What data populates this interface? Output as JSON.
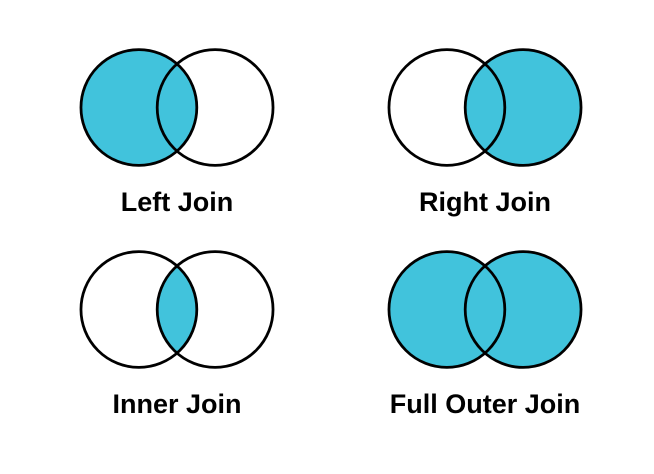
{
  "colors": {
    "fill": "#41C3DC",
    "stroke": "#000000",
    "background": "#FFFFFF"
  },
  "diagrams": [
    {
      "label": "Left Join",
      "filled": "left"
    },
    {
      "label": "Right Join",
      "filled": "right"
    },
    {
      "label": "Inner Join",
      "filled": "intersection"
    },
    {
      "label": "Full Outer Join",
      "filled": "both"
    }
  ]
}
